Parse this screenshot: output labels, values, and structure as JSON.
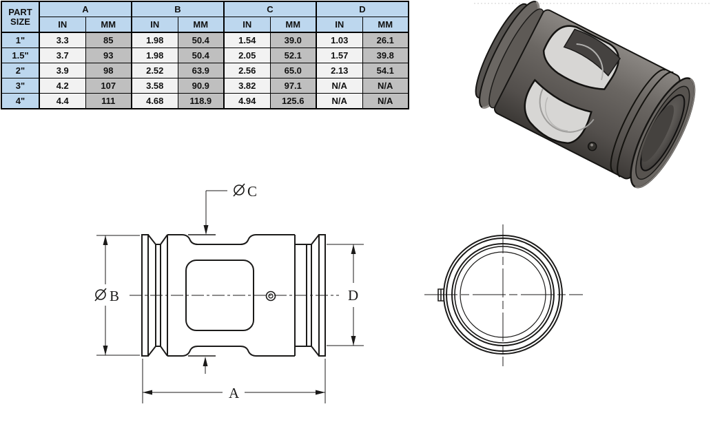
{
  "table": {
    "corner": {
      "line1": "PART",
      "line2": "SIZE"
    },
    "col_groups": [
      "A",
      "B",
      "C",
      "D"
    ],
    "units": {
      "in": "IN",
      "mm": "MM"
    },
    "rows": [
      {
        "size": "1\"",
        "a_in": "3.3",
        "a_mm": "85",
        "b_in": "1.98",
        "b_mm": "50.4",
        "c_in": "1.54",
        "c_mm": "39.0",
        "d_in": "1.03",
        "d_mm": "26.1"
      },
      {
        "size": "1.5\"",
        "a_in": "3.7",
        "a_mm": "93",
        "b_in": "1.98",
        "b_mm": "50.4",
        "c_in": "2.05",
        "c_mm": "52.1",
        "d_in": "1.57",
        "d_mm": "39.8"
      },
      {
        "size": "2\"",
        "a_in": "3.9",
        "a_mm": "98",
        "b_in": "2.52",
        "b_mm": "63.9",
        "c_in": "2.56",
        "c_mm": "65.0",
        "d_in": "2.13",
        "d_mm": "54.1"
      },
      {
        "size": "3\"",
        "a_in": "4.2",
        "a_mm": "107",
        "b_in": "3.58",
        "b_mm": "90.9",
        "c_in": "3.82",
        "c_mm": "97.1",
        "d_in": "N/A",
        "d_mm": "N/A"
      },
      {
        "size": "4\"",
        "a_in": "4.4",
        "a_mm": "111",
        "b_in": "4.68",
        "b_mm": "118.9",
        "c_in": "4.94",
        "c_mm": "125.6",
        "d_in": "N/A",
        "d_mm": "N/A"
      }
    ],
    "colors": {
      "header_blue": "#BDD7EE",
      "in_cell": "#F2F2F2",
      "mm_cell": "#BFBFBF",
      "border": "#000000"
    }
  },
  "drawing": {
    "dims": {
      "c": {
        "symbol": "⌀",
        "letter": "C"
      },
      "b": {
        "symbol": "⌀",
        "letter": "B"
      },
      "d": {
        "letter": "D"
      },
      "a": {
        "letter": "A"
      }
    },
    "line_color": "#1b1a19"
  },
  "render": {
    "colors": {
      "body_dark": "#403d3a",
      "body_mid": "#5b5753",
      "body_light": "#8c8884",
      "glass": "#d7d6d4",
      "outline": "#161513"
    }
  }
}
